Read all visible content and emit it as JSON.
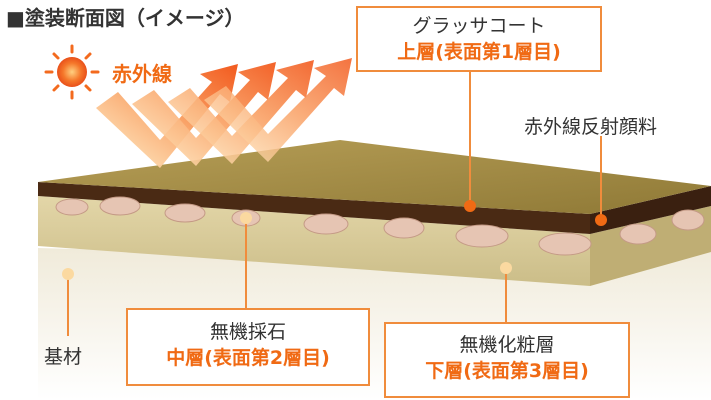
{
  "title": "■塗装断面図（イメージ）",
  "sun_label": "赤外線",
  "callouts": {
    "glass_coat": {
      "name": "グラッサコート",
      "layer": "上層(表面第1層目)"
    },
    "ir_pigment": {
      "name": "赤外線反射顔料"
    },
    "inorganic_stone": {
      "name": "無機採石",
      "layer": "中層(表面第2層目)"
    },
    "inorganic_makeup": {
      "name": "無機化粧層",
      "layer": "下層(表面第3層目)"
    },
    "substrate": {
      "name": "基材"
    }
  },
  "colors": {
    "accent": "#f06a14",
    "box_border": "#f08c3c",
    "top_surface": "#a08a44",
    "brown_layer": "#4a2a14",
    "beige_layer": "#d9cc9c",
    "substrate": "#e9e4d6",
    "sun": "#f36a1e"
  },
  "icons": [
    "sun-icon",
    "reflection-arrow-icon"
  ]
}
